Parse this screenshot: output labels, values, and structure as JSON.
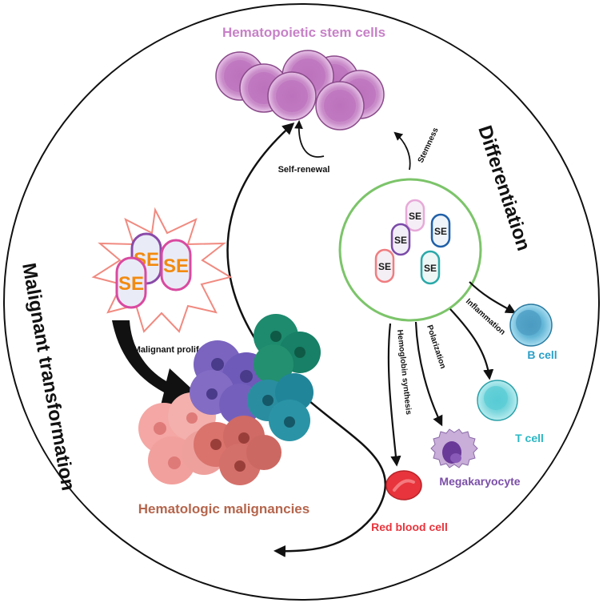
{
  "labels": {
    "hsc": "Hematopoietic stem cells",
    "self_renewal": "Self-renewal",
    "stemness": "Stemness",
    "differentiation": "Differentiation",
    "malignant_transformation": "Malignant transformation",
    "malignant_proliferation": "Malignant proliferation",
    "hematologic_malignancies": "Hematologic malignancies",
    "inflammation": "Inflammation",
    "polarization": "Polarization",
    "hemoglobin_synthesis": "Hemoglobin synthesis",
    "b_cell": "B cell",
    "t_cell": "T cell",
    "megakaryocyte": "Megakaryocyte",
    "red_blood_cell": "Red blood cell"
  },
  "se_label": "SE",
  "colors": {
    "hsc_fill": "#c98cc9",
    "hsc_label": "#c781c7",
    "malignancies_label": "#b5654c",
    "b_cell": "#2a9fc8",
    "t_cell": "#2ab8c4",
    "megakaryocyte": "#7b4fa8",
    "red_blood_cell": "#e8343c",
    "green_ring": "#7cc46a",
    "star_outline": "#f08a80"
  }
}
